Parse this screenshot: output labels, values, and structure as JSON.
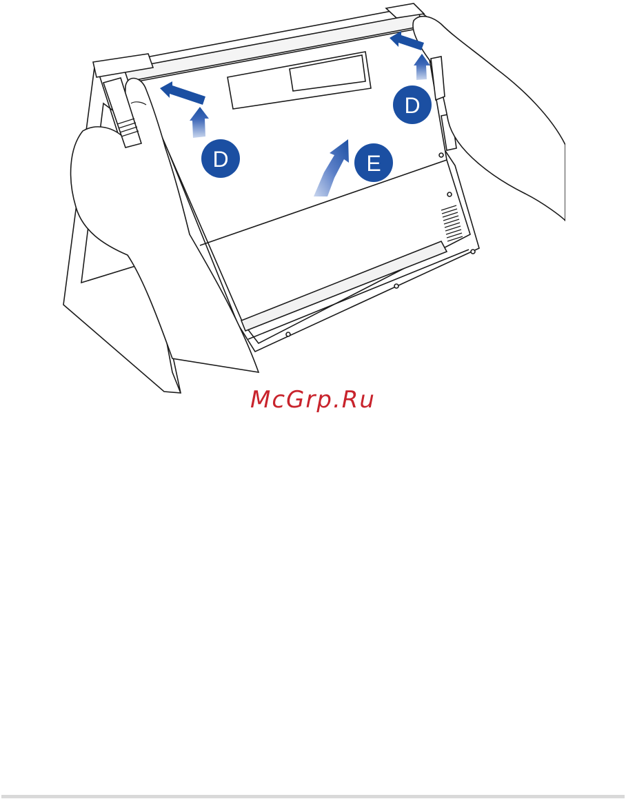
{
  "illustration": {
    "markers": [
      {
        "id": "D",
        "label": "D"
      },
      {
        "id": "D2",
        "label": "D"
      },
      {
        "id": "E",
        "label": "E"
      }
    ],
    "colors": {
      "marker_fill": "#1b4fa2",
      "arrow": "#1b4fa2",
      "line": "#1a1a1a"
    }
  },
  "watermark": {
    "text": "McGrp.Ru",
    "color": "#c8232c"
  }
}
